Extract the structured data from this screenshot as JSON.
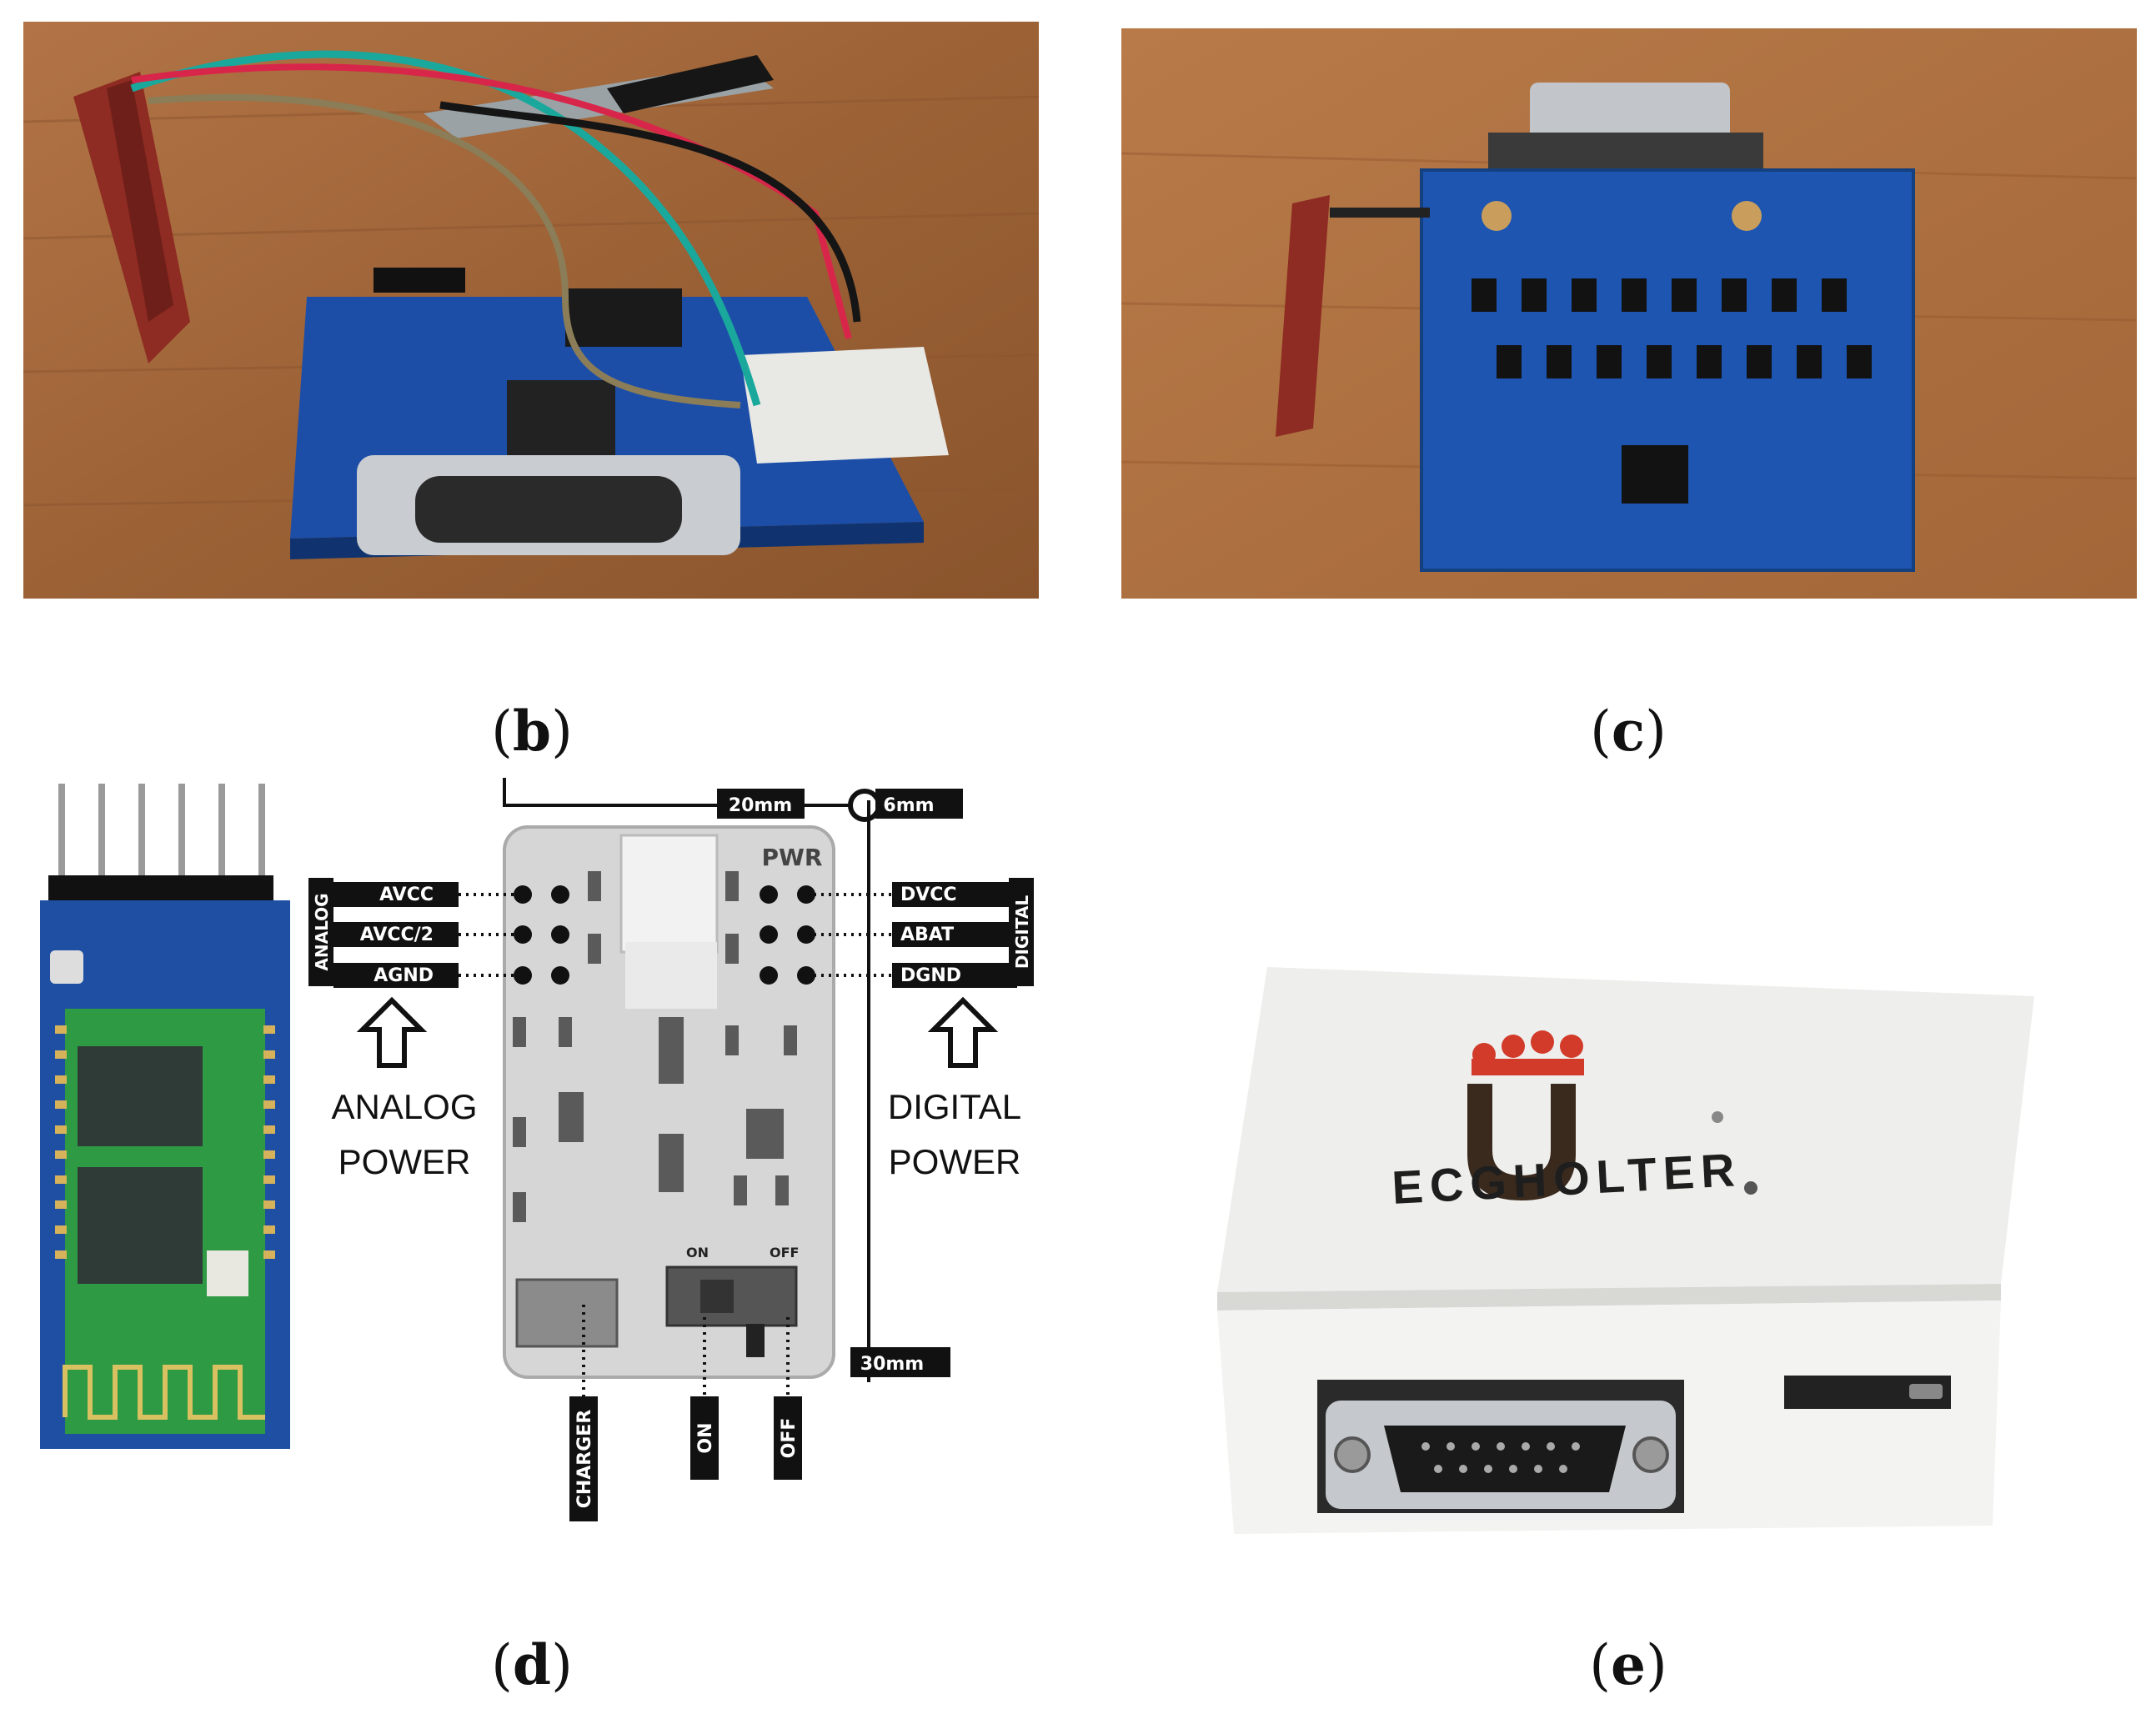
{
  "captions": {
    "b": "b",
    "c": "c",
    "d": "d",
    "e": "e"
  },
  "pwr_diagram": {
    "board_label": "PWR",
    "dim_width": "20mm",
    "dim_hole": "6mm",
    "dim_height": "30mm",
    "analog_pins": [
      "AVCC",
      "AVCC/2",
      "AGND"
    ],
    "digital_pins": [
      "DVCC",
      "ABAT",
      "DGND"
    ],
    "analog_side": "ANALOG",
    "digital_side": "DIGITAL",
    "analog_power_line1": "ANALOG",
    "analog_power_line2": "POWER",
    "digital_power_line1": "DIGITAL",
    "digital_power_line2": "POWER",
    "switch_on": "ON",
    "switch_off": "OFF",
    "charger_label": "CHARGER",
    "on_label": "ON",
    "off_label": "OFF"
  },
  "enclosure_logo": "ECGHOLTER",
  "colors": {
    "wood": "#a5673a",
    "pcb_blue": "#1c4ea8",
    "bt_green": "#2e9a43",
    "enclosure": "#f0f0ee"
  }
}
